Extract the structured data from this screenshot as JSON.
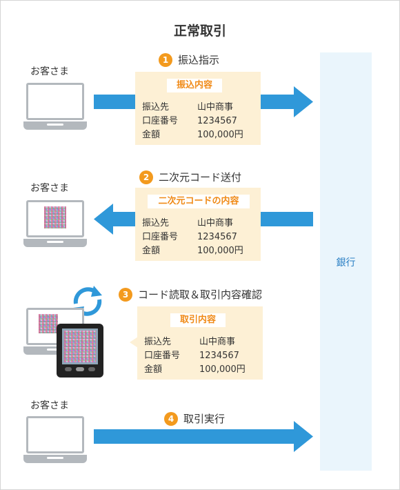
{
  "title": "正常取引",
  "bank_label": "銀行",
  "customer_label": "お客さま",
  "steps": [
    {
      "num": "1",
      "text": "振込指示",
      "box_title": "振込内容"
    },
    {
      "num": "2",
      "text": "二次元コード送付",
      "box_title": "二次元コードの内容"
    },
    {
      "num": "3",
      "text": "コード読取＆取引内容確認",
      "box_title": "取引内容"
    },
    {
      "num": "4",
      "text": "取引実行"
    }
  ],
  "details": [
    {
      "label": "振込先",
      "value": "山中商事"
    },
    {
      "label": "口座番号",
      "value": "1234567"
    },
    {
      "label": "金額",
      "value": "100,000円"
    }
  ],
  "colors": {
    "accent_blue": "#2f98d9",
    "step_orange": "#f39a1e",
    "box_bg": "#fdf0d5",
    "bank_bg": "#eaf5fc"
  },
  "icons": [
    "laptop-icon",
    "qr-code-icon",
    "smartphone-icon",
    "sync-arrows-icon",
    "arrow-right-icon",
    "arrow-left-icon"
  ]
}
